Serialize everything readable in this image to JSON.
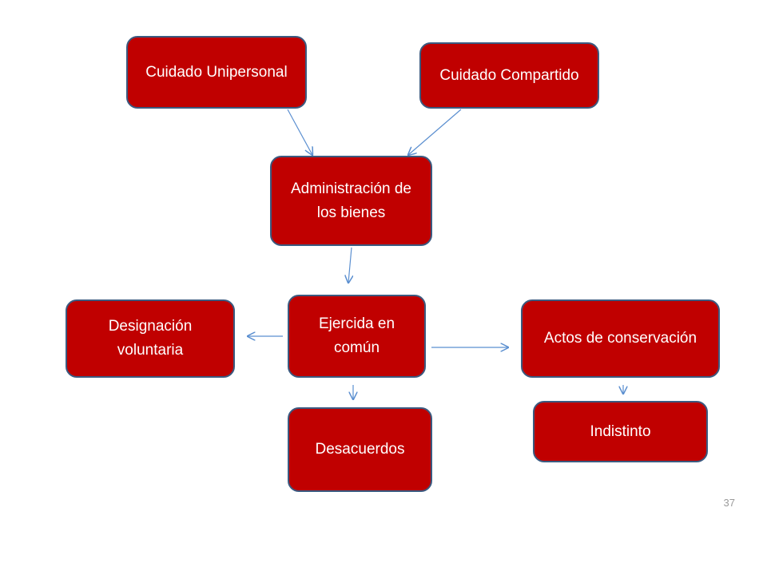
{
  "nodes": {
    "cuidado_unipersonal": "Cuidado Unipersonal",
    "cuidado_compartido": "Cuidado Compartido",
    "administracion": "Administración de los bienes",
    "ejercida": "Ejercida en común",
    "designacion": "Designación voluntaria",
    "actos": "Actos de conservación",
    "desacuerdos": "Desacuerdos",
    "indistinto": "Indistinto"
  },
  "page_number": "37",
  "colors": {
    "box_fill": "#c00000",
    "box_border": "#3b5a80",
    "arrow": "#5b8fd0"
  }
}
